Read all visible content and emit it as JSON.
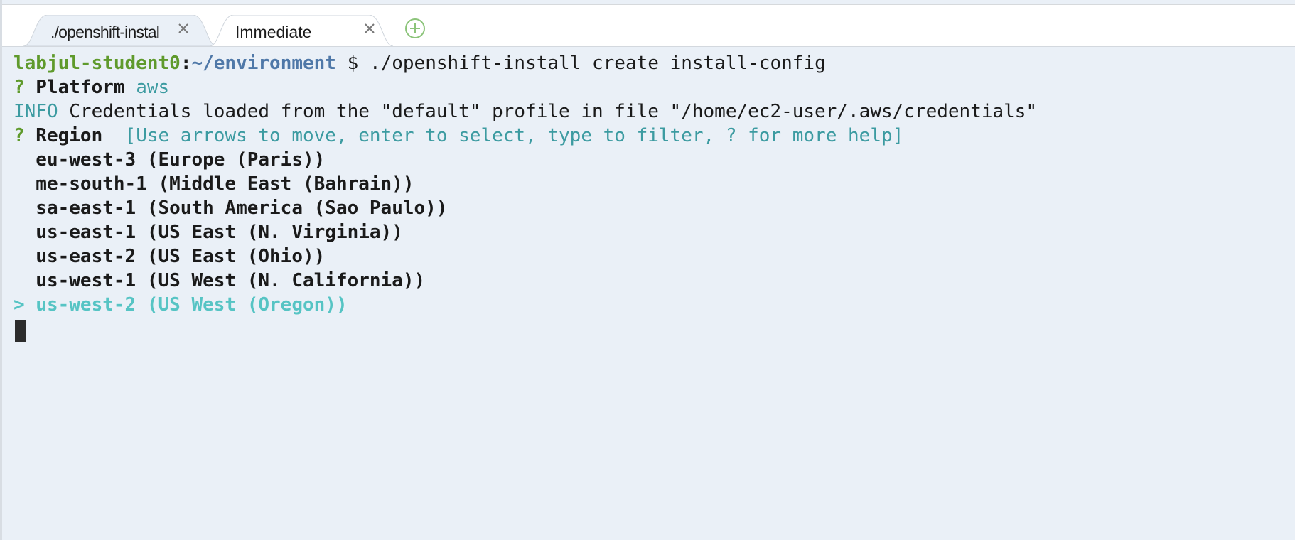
{
  "tabs": [
    {
      "label": "./openshift-instal",
      "active": true
    },
    {
      "label": "Immediate",
      "active": false
    }
  ],
  "icons": {
    "close": "close-icon",
    "add_tab": "plus-circle-icon"
  },
  "colors": {
    "terminal_bg": "#eaf0f7",
    "user_green": "#5f9a2c",
    "path_blue": "#4f78a8",
    "info_teal": "#3c9ba1",
    "selected_cyan": "#56c4c4",
    "add_tab_green": "#8cc47a"
  },
  "terminal": {
    "prompt": {
      "user": "labjul-student0",
      "colon": ":",
      "path": "~/environment",
      "symbol": " $ ",
      "command": "./openshift-install create install-config"
    },
    "platform": {
      "marker": "?",
      "label": " Platform ",
      "value": "aws"
    },
    "info": {
      "level": "INFO",
      "message": " Credentials loaded from the \"default\" profile in file \"/home/ec2-user/.aws/credentials\""
    },
    "region": {
      "marker": "?",
      "label": " Region ",
      "hint": " [Use arrows to move, enter to select, type to filter, ? for more help]"
    },
    "options": [
      "  eu-west-3 (Europe (Paris))",
      "  me-south-1 (Middle East (Bahrain))",
      "  sa-east-1 (South America (Sao Paulo))",
      "  us-east-1 (US East (N. Virginia))",
      "  us-east-2 (US East (Ohio))",
      "  us-west-1 (US West (N. California))"
    ],
    "selected_option": "> us-west-2 (US West (Oregon))"
  }
}
